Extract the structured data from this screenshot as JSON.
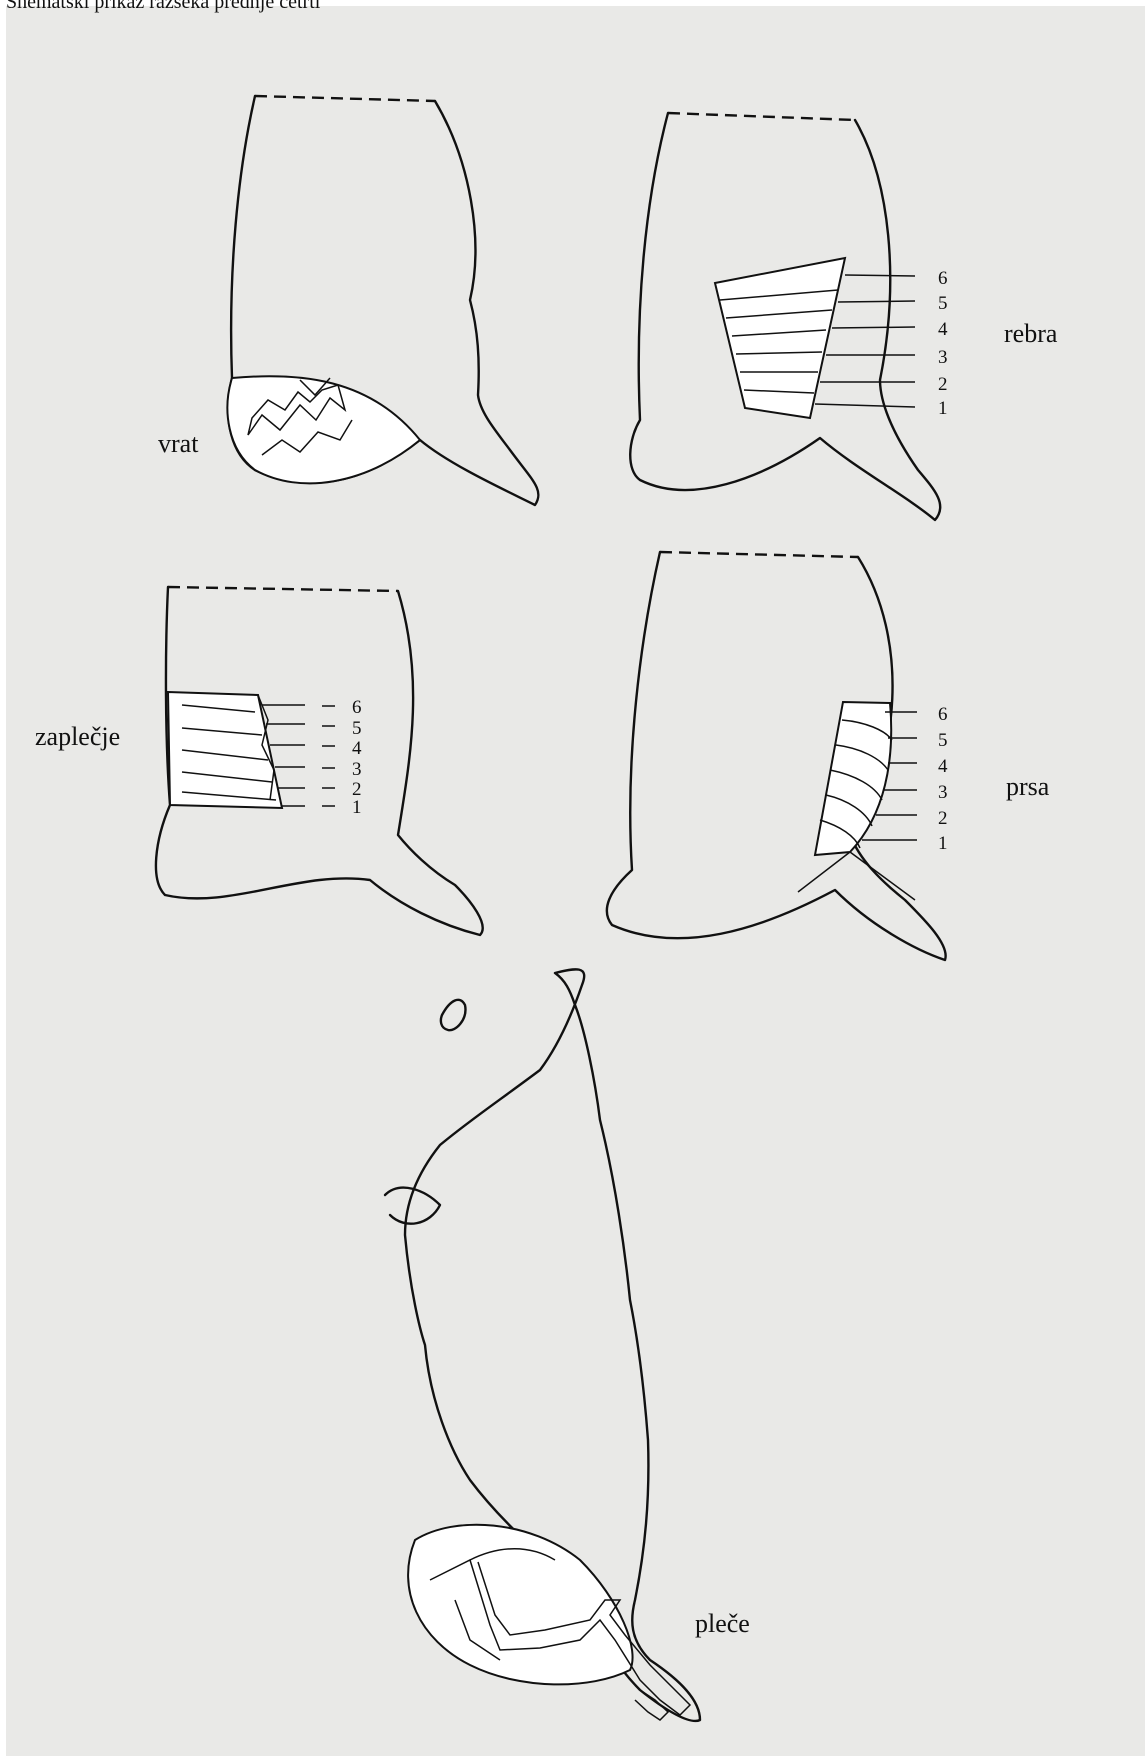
{
  "caption": "Shematski prikaz razseka prednje četrti",
  "parts": {
    "vrat": {
      "label": "vrat"
    },
    "rebra": {
      "label": "rebra",
      "numbers": [
        "6",
        "5",
        "4",
        "3",
        "2",
        "1"
      ]
    },
    "zaplecje": {
      "label": "zaplečje",
      "numbers": [
        "6",
        "5",
        "4",
        "3",
        "2",
        "1"
      ]
    },
    "prsa": {
      "label": "prsa",
      "numbers": [
        "6",
        "5",
        "4",
        "3",
        "2",
        "1"
      ]
    },
    "plece": {
      "label": "pleče"
    }
  },
  "colors": {
    "paper": "#e9e9e7",
    "ink": "#111111"
  }
}
